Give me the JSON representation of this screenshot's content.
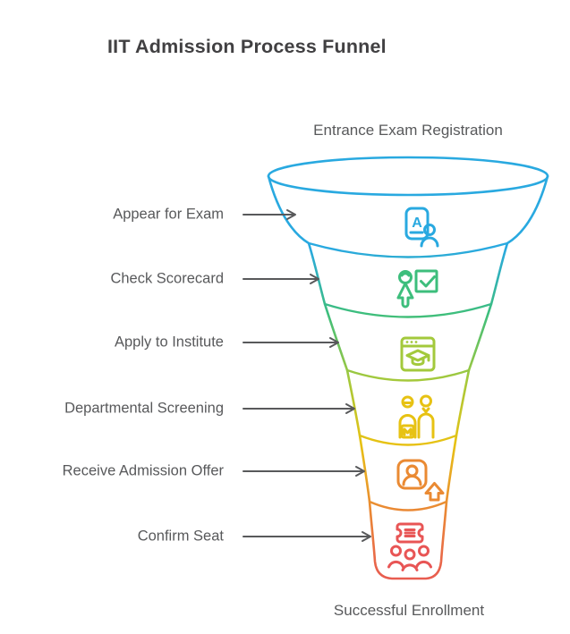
{
  "title": "IIT Admission Process Funnel",
  "funnel": {
    "top_label": "Entrance Exam Registration",
    "bottom_label": "Successful Enrollment",
    "exam_icon_letter": "A",
    "stages": [
      {
        "label": "Appear for Exam",
        "color": "#29A9E0",
        "icon": "exam-document-person-icon"
      },
      {
        "label": "Check Scorecard",
        "color": "#3DBE7C",
        "icon": "person-checkmark-icon"
      },
      {
        "label": "Apply to Institute",
        "color": "#A3C93C",
        "icon": "browser-graduation-cap-icon"
      },
      {
        "label": "Departmental Screening",
        "color": "#E7C213",
        "icon": "interview-people-icon"
      },
      {
        "label": "Receive Admission Offer",
        "color": "#EA8A33",
        "icon": "profile-upload-arrow-icon"
      },
      {
        "label": "Confirm Seat",
        "color": "#E85555",
        "icon": "ticket-group-icon"
      }
    ],
    "gradient_top_to_bottom": [
      "#29A9E0",
      "#3DBE7C",
      "#A3C93C",
      "#E7C213",
      "#EA8A33",
      "#E85555"
    ]
  },
  "colors": {
    "background": "#FFFFFF",
    "title_text": "#414042",
    "label_text": "#58595B",
    "arrow": "#58595B"
  }
}
